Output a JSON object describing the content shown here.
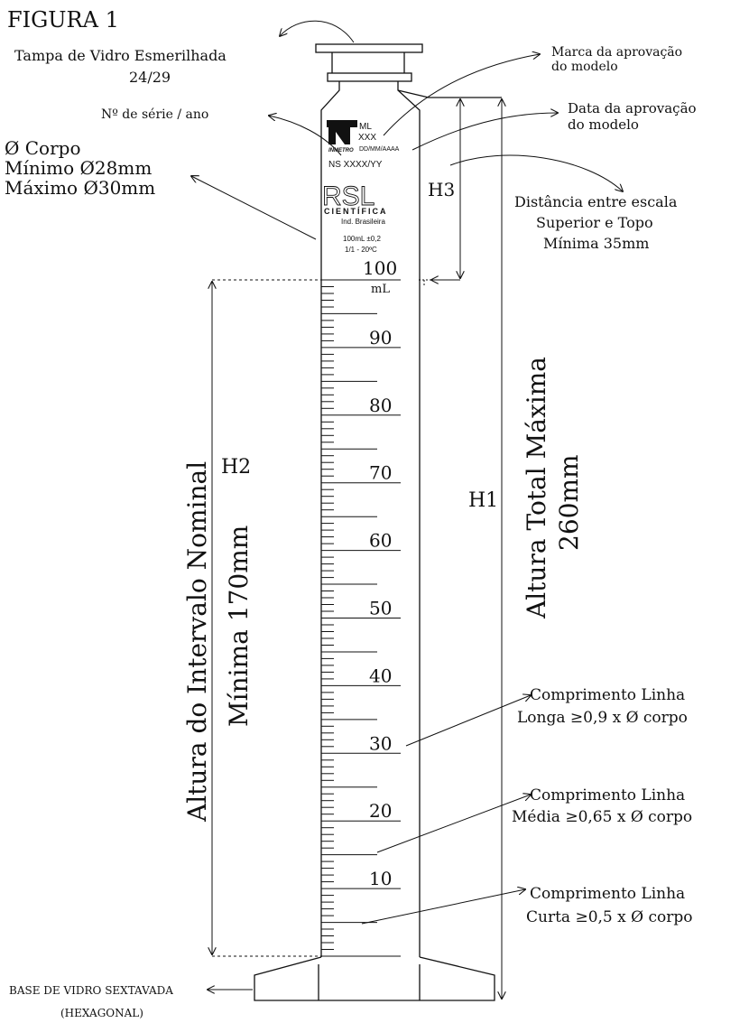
{
  "figure_title": "FIGURA 1",
  "stopper": {
    "line1": "Tampa de Vidro Esmerilhada",
    "line2": "24/29"
  },
  "serial": "Nº de série / ano",
  "body_diameter": {
    "line1": "Ø Corpo",
    "line2": "Mínimo Ø28mm",
    "line3": "Máximo Ø30mm"
  },
  "model_mark": {
    "line1": "Marca da aprovação",
    "line2": "do modelo"
  },
  "model_date": {
    "line1": "Data da aprovação",
    "line2": "do modelo"
  },
  "scale_distance": {
    "line1": "Distância entre escala",
    "line2": "Superior e Topo",
    "line3": "Mínima 35mm"
  },
  "h3": "H3",
  "h2": "H2",
  "h1": "H1",
  "nominal_interval": {
    "line1": "Altura do Intervalo Nominal",
    "line2": "Mínima 170mm"
  },
  "total_height": {
    "line1": "Altura Total Máxima",
    "line2": "260mm"
  },
  "long_line": {
    "line1": "Comprimento Linha",
    "line2": "Longa ≥0,9 x Ø corpo"
  },
  "medium_line": {
    "line1": "Comprimento Linha",
    "line2": "Média ≥0,65 x Ø corpo"
  },
  "short_line": {
    "line1": "Comprimento Linha",
    "line2": "Curta ≥0,5 x Ø corpo"
  },
  "base": {
    "line1": "BASE DE VIDRO SEXTAVADA",
    "line2": "(HEXAGONAL)"
  },
  "cylinder_label": {
    "inmetro": "INMETRO",
    "ml": "ML",
    "xxx": "XXX",
    "date": "DD/MM/AAAA",
    "ns": "NS XXXX/YY",
    "brand": "RSL",
    "brand_sub": "CIENTÍFICA",
    "origin": "Ind. Brasileira",
    "capacity": "100mL ±0,2",
    "class_temp": "1/1 - 20ºC"
  },
  "scale": {
    "top": "100",
    "unit": "mL",
    "numbers": [
      "90",
      "80",
      "70",
      "60",
      "50",
      "40",
      "30",
      "20",
      "10"
    ]
  }
}
